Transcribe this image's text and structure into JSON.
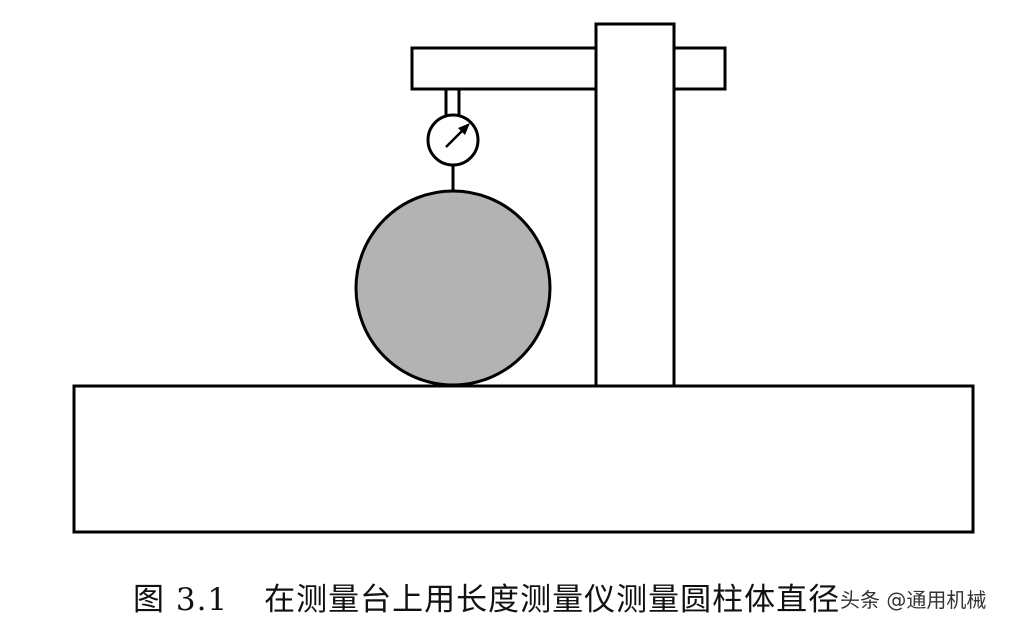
{
  "figure": {
    "number": "图 3.1",
    "caption": "在测量台上用长度测量仪测量圆柱体直径",
    "parts": {
      "base": "measuring-table",
      "column": "vertical-column",
      "arm": "horizontal-arm",
      "gauge": "dial-indicator",
      "workpiece": "cylinder"
    },
    "colors": {
      "stroke": "#000000",
      "cylinder_fill": "#b3b3b3",
      "background": "#ffffff"
    }
  },
  "watermark": "头条 @通用机械"
}
